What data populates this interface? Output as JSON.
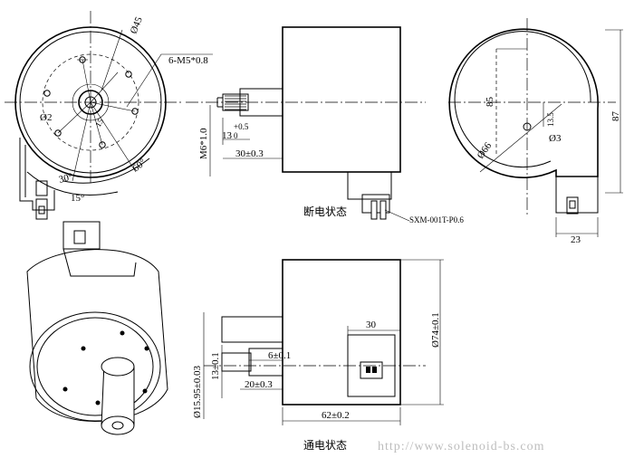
{
  "captions": {
    "off_state": "断电状态",
    "on_state": "通电状态"
  },
  "watermark": "http://www.solenoid-bs.com",
  "front_view": {
    "dia_45": "Ø45",
    "holes": "6-M5*0.8",
    "dia_2": "Ø2",
    "len_15": "15",
    "angle_30": "30°",
    "angle_60": "60°",
    "angle_15": "15°"
  },
  "side_view_off": {
    "thread": "M6*1.0",
    "shaft_tol": "+0.5",
    "shaft_len": "13",
    "shaft_len_tol_lo": "0",
    "length_30": "30±0.3",
    "part_no": "SXM-001T-P0.6"
  },
  "right_view": {
    "dia_66": "Ø66",
    "len_85": "85",
    "len_13_5": "13.5",
    "dia_3": "Ø3",
    "len_87": "87",
    "len_23": "23"
  },
  "side_view_on": {
    "len_30": "30",
    "shaft_6": "6±0.1",
    "shaft_13": "13±0.1",
    "shaft_20": "20±0.3",
    "dia_15_95": "Ø15.95±0.03",
    "dia_74": "Ø74±0.1",
    "len_62": "62±0.2"
  }
}
